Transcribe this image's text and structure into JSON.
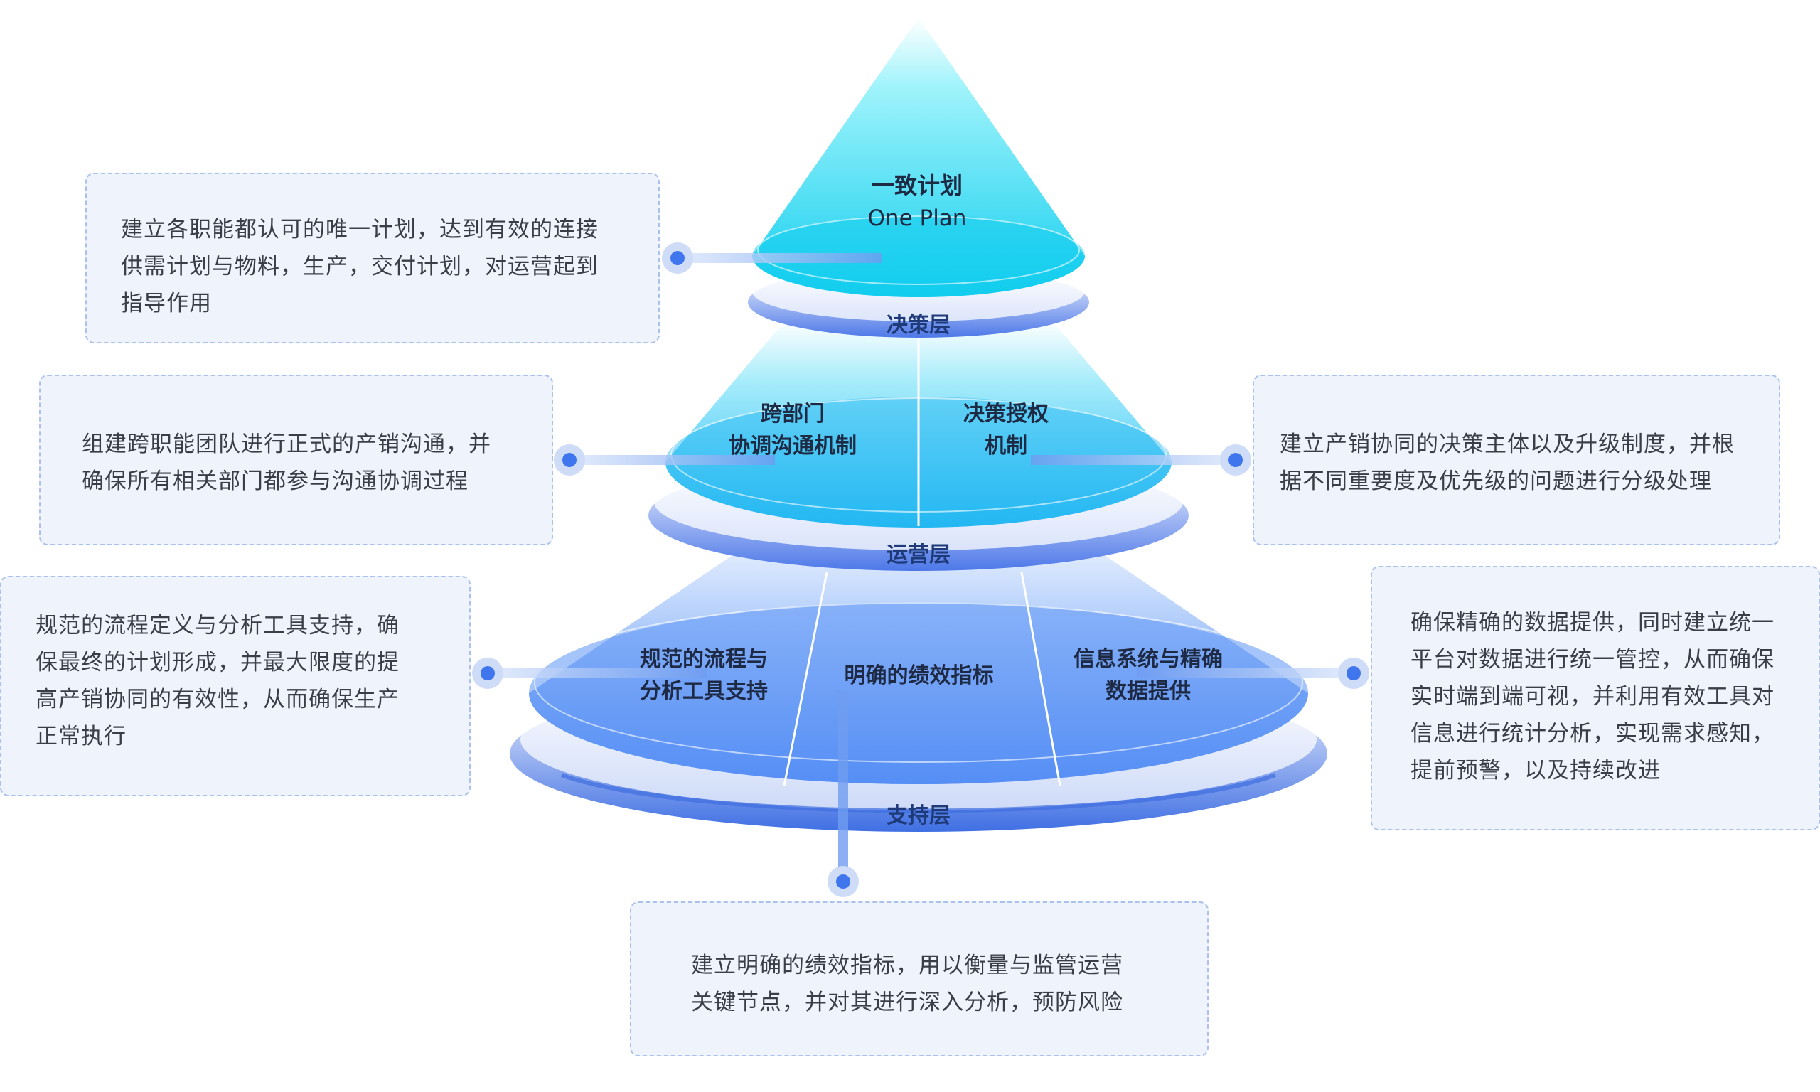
{
  "top": {
    "title": "一致计划",
    "subtitle": "One Plan",
    "layer": "决策层"
  },
  "middle": {
    "left_label": [
      "跨部门",
      "协调沟通机制"
    ],
    "right_label": [
      "决策授权",
      "机制"
    ],
    "layer": "运营层"
  },
  "bottom": {
    "left_label": [
      "规范的流程与",
      "分析工具支持"
    ],
    "center_label": "明确的绩效指标",
    "right_label": [
      "信息系统与精确",
      "数据提供"
    ],
    "layer": "支持层"
  },
  "cards": {
    "one_plan": [
      "建立各职能都认可的唯一计划，达到有效的连接",
      "供需计划与物料，生产，交付计划，对运营起到",
      "指导作用"
    ],
    "cross_dept": [
      "组建跨职能团队进行正式的产销沟通，并",
      "确保所有相关部门都参与沟通协调过程"
    ],
    "decision": [
      "建立产销协同的决策主体以及升级制度，并根",
      "据不同重要度及优先级的问题进行分级处理"
    ],
    "process": [
      "规范的流程定义与分析工具支持，确",
      "保最终的计划形成，并最大限度的提",
      "高产销协同的有效性，从而确保生产",
      "正常执行"
    ],
    "info": [
      "确保精确的数据提供，同时建立统一",
      "平台对数据进行统一管控，从而确保",
      "实时端到端可视，并利用有效工具对",
      "信息进行统计分析，实现需求感知，",
      "提前预警，以及持续改进"
    ],
    "kpi": [
      "建立明确的绩效指标，用以衡量与监管运营",
      "关键节点，并对其进行深入分析，预防风险"
    ]
  }
}
